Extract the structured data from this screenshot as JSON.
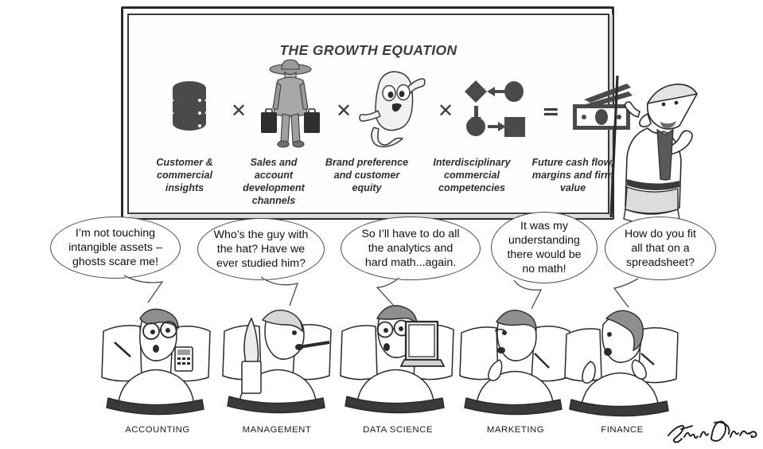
{
  "whiteboard": {
    "title": "THE GROWTH EQUATION",
    "equation": {
      "operators": [
        "✕",
        "✕",
        "✕",
        "="
      ],
      "terms": [
        {
          "icon": "database-icon",
          "label": "Customer &\ncommercial\ninsights",
          "label_lines": [
            "Customer &",
            "commercial",
            "insights"
          ]
        },
        {
          "icon": "salesman-icon",
          "label": "Sales and\naccount\ndevelopment\nchannels",
          "label_lines": [
            "Sales and",
            "account",
            "development",
            "channels"
          ]
        },
        {
          "icon": "ghost-icon",
          "label": "Brand\npreference and\ncustomer\nequity",
          "label_lines": [
            "Brand",
            "preference and",
            "customer",
            "equity"
          ]
        },
        {
          "icon": "flow-diagram-icon",
          "label": "Interdisciplinary\ncommercial\ncompetencies",
          "label_lines": [
            "Interdisciplinary",
            "commercial",
            "competencies"
          ]
        },
        {
          "icon": "banknote-icon",
          "label": "Future cash\nflow, margins\nand firm\nvalue",
          "label_lines": [
            "Future cash",
            "flow, margins",
            "and firm",
            "value"
          ]
        }
      ]
    }
  },
  "presenter": {
    "name": "presenter-with-pointer",
    "description": "Man with mustache holding a pointer stick"
  },
  "audience": [
    {
      "dept": "ACCOUNTING",
      "bubble": "I’m not touching intangible assets – ghosts scare me!",
      "bubble_lines": [
        "I’m not touching",
        "intangible assets –",
        "ghosts scare me!"
      ],
      "character": "man-with-glasses-and-calculator"
    },
    {
      "dept": "MANAGEMENT",
      "bubble": "Who’s the guy with the hat? Have we ever studied him?",
      "bubble_lines": [
        "Who’s the guy with",
        "the hat? Have we",
        "ever studied him?"
      ],
      "character": "woman-with-ponytail-and-pencil"
    },
    {
      "dept": "DATA SCIENCE",
      "bubble": "So I’ll have to do all the analytics and hard math...again.",
      "bubble_lines": [
        "So I’ll have to do all",
        "the analytics and",
        "hard math...again."
      ],
      "character": "man-with-glasses-and-laptop"
    },
    {
      "dept": "MARKETING",
      "bubble": "It was my understanding there would be no math!",
      "bubble_lines": [
        "It was my",
        "understanding",
        "there would be",
        "no math!"
      ],
      "character": "man-with-hand-on-chin"
    },
    {
      "dept": "FINANCE",
      "bubble": "How do you fit all that on a spreadsheet?",
      "bubble_lines": [
        "How do you fit",
        "all that on a",
        "spreadsheet?"
      ],
      "character": "man-with-curly-hair-and-pen"
    }
  ],
  "signature": {
    "name": "artist-signature",
    "text": "Steve Duono"
  },
  "colors": {
    "ink": "#2b2b2b",
    "icon_gray": "#4a4a4a",
    "title_gray": "#3d3d3d",
    "background": "#ffffff"
  }
}
